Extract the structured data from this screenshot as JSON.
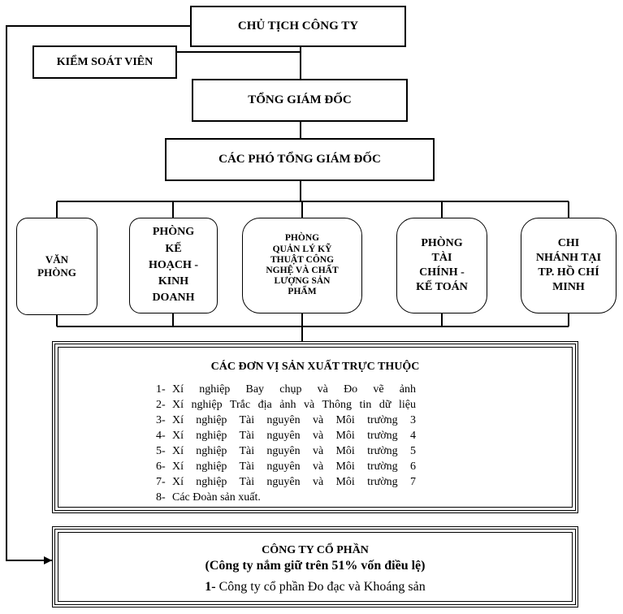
{
  "nodes": {
    "chairman": "CHỦ TỊCH CÔNG TY",
    "supervisor": "KIỂM SOÁT VIÊN",
    "ceo": "TỔNG GIÁM ĐỐC",
    "deputies": "CÁC PHÓ TỔNG GIÁM ĐỐC"
  },
  "departments": [
    {
      "lines": [
        "VĂN",
        "PHÒNG"
      ]
    },
    {
      "lines": [
        "PHÒNG",
        "KẾ",
        "HOẠCH -",
        "KINH",
        "DOANH"
      ]
    },
    {
      "lines": [
        "PHÒNG",
        "QUẢN LÝ KỸ",
        "THUẬT CÔNG",
        "NGHỆ VÀ CHẤT",
        "LƯỢNG SẢN",
        "PHẨM"
      ]
    },
    {
      "lines": [
        "PHÒNG",
        "TÀI",
        "CHÍNH -",
        "KẾ TOÁN"
      ]
    },
    {
      "lines": [
        "CHI",
        "NHÁNH TẠI",
        "TP. HỒ CHÍ",
        "MINH"
      ]
    }
  ],
  "units": {
    "title": "CÁC ĐƠN VỊ SẢN XUẤT TRỰC THUỘC",
    "items": [
      {
        "num": "1-",
        "text": "Xí nghiệp Bay chụp và Đo vẽ ảnh"
      },
      {
        "num": "2-",
        "text": "Xí nghiệp Trắc địa ảnh và Thông tin dữ liệu"
      },
      {
        "num": "3-",
        "text": "Xí nghiệp Tài nguyên và Môi trường 3"
      },
      {
        "num": "4-",
        "text": "Xí nghiệp Tài nguyên và Môi trường 4"
      },
      {
        "num": "5-",
        "text": "Xí nghiệp Tài nguyên và Môi trường 5"
      },
      {
        "num": "6-",
        "text": "Xí nghiệp Tài nguyên và Môi trường 6"
      },
      {
        "num": "7-",
        "text": "Xí nghiệp Tài nguyên và Môi trường 7"
      },
      {
        "num": "8-",
        "text": "Các Đoàn sản xuất."
      }
    ]
  },
  "company": {
    "title": "CÔNG TY CỔ PHẦN",
    "note": "(Công ty nắm giữ trên 51% vốn điều lệ)",
    "sub_num": "1-",
    "sub_text": "Công ty cổ phần Đo đạc và Khoáng sản"
  },
  "colors": {
    "line": "#000000",
    "background": "#ffffff"
  }
}
